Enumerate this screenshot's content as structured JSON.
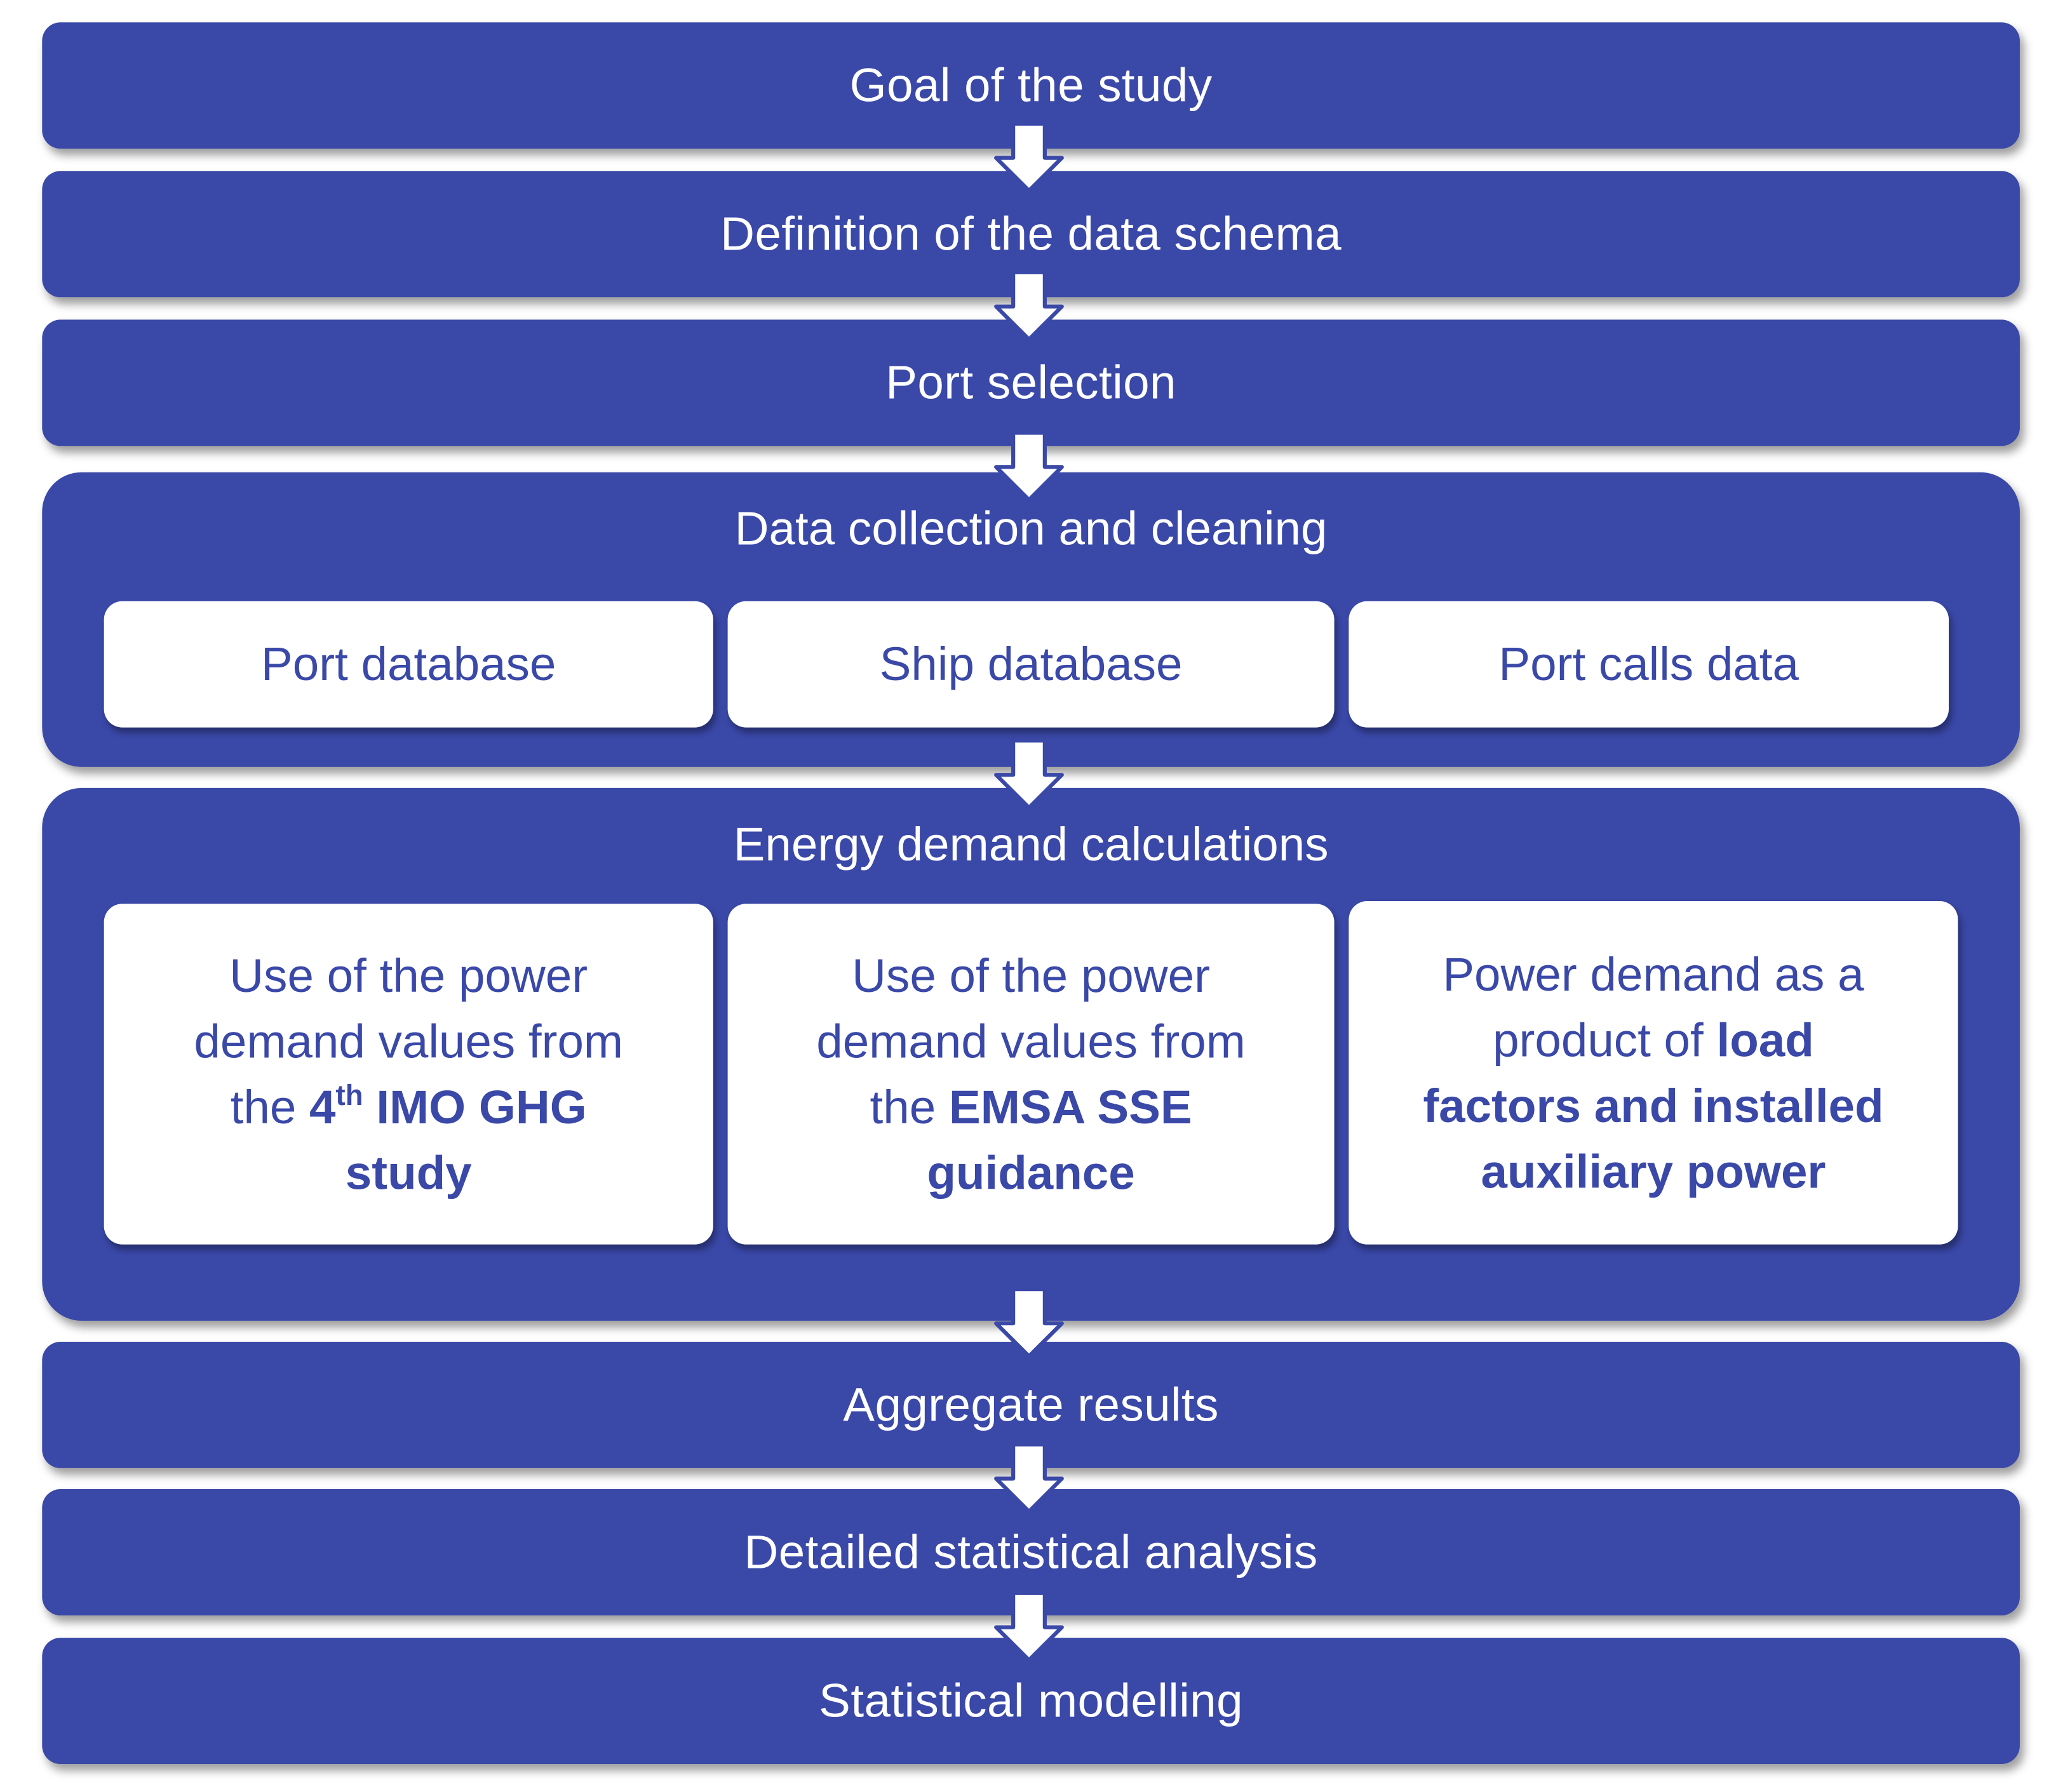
{
  "colors": {
    "box_fill": "#3a48a8",
    "box_text": "#ffffff",
    "card_fill": "#ffffff",
    "card_text": "#3a48a8"
  },
  "steps": {
    "goal": "Goal of the study",
    "schema": "Definition of the data schema",
    "port_selection": "Port selection",
    "aggregate": "Aggregate results",
    "detailed": "Detailed statistical analysis",
    "modelling": "Statistical modelling"
  },
  "data_collection": {
    "title": "Data collection and cleaning",
    "cards": [
      "Port database",
      "Ship database",
      "Port calls data"
    ]
  },
  "energy": {
    "title": "Energy demand calculations",
    "card1": {
      "l1": "Use of the power",
      "l2": "demand values from",
      "l3_pre": "the",
      "l3_num": "4",
      "l3_sup": "th",
      "l3_bold": "IMO GHG",
      "l4_bold": "study"
    },
    "card2": {
      "l1": "Use of the power",
      "l2": "demand values from",
      "l3_pre": "the",
      "l3_bold": "EMSA SSE",
      "l4_bold": "guidance"
    },
    "card3": {
      "l1": "Power demand as a",
      "l2_pre": "product of",
      "l2_bold": "load",
      "l3_bold": "factors and installed",
      "l4_bold": "auxiliary power"
    }
  },
  "arrow_icon": "down-arrow-icon"
}
